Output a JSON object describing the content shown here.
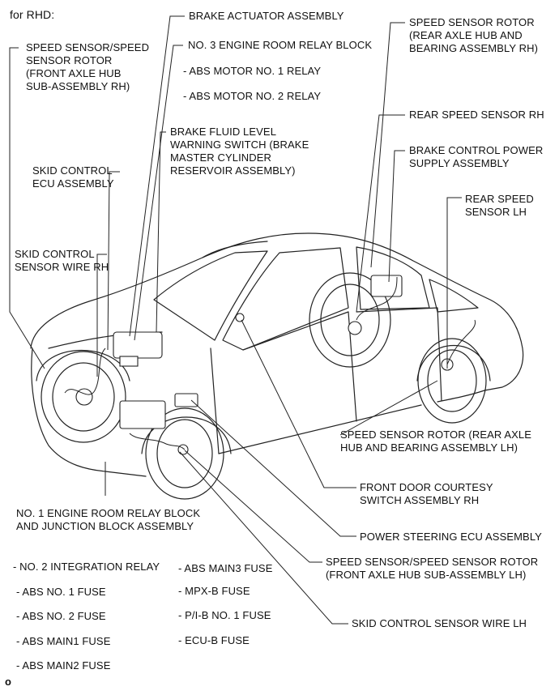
{
  "header": {
    "text": "for RHD:"
  },
  "footer": {
    "text": "o"
  },
  "labels": {
    "speed_sensor_rotor_front_rh": "SPEED SENSOR/SPEED\nSENSOR ROTOR\n(FRONT AXLE HUB\nSUB-ASSEMBLY RH)",
    "brake_actuator_assembly": "BRAKE ACTUATOR ASSEMBLY",
    "no3_engine_room_relay_block": "NO. 3 ENGINE ROOM RELAY BLOCK",
    "abs_motor_no1_relay": "- ABS MOTOR NO. 1 RELAY",
    "abs_motor_no2_relay": "- ABS MOTOR NO. 2 RELAY",
    "brake_fluid_level_switch": "BRAKE FLUID LEVEL\nWARNING SWITCH (BRAKE\nMASTER CYLINDER\nRESERVOIR ASSEMBLY)",
    "skid_control_ecu": "SKID CONTROL\nECU ASSEMBLY",
    "skid_control_sensor_wire_rh": "SKID CONTROL\nSENSOR WIRE RH",
    "speed_sensor_rotor_rear_rh": "SPEED SENSOR ROTOR\n(REAR AXLE HUB AND\nBEARING ASSEMBLY RH)",
    "rear_speed_sensor_rh": "REAR SPEED SENSOR RH",
    "brake_control_power_supply": "BRAKE CONTROL POWER\nSUPPLY ASSEMBLY",
    "rear_speed_sensor_lh": "REAR SPEED\nSENSOR LH",
    "speed_sensor_rotor_rear_lh": "SPEED SENSOR ROTOR (REAR AXLE\nHUB AND BEARING ASSEMBLY LH)",
    "front_door_courtesy_switch": "FRONT DOOR COURTESY\nSWITCH ASSEMBLY RH",
    "no1_engine_room_relay_block": "NO. 1 ENGINE ROOM RELAY BLOCK\nAND JUNCTION BLOCK ASSEMBLY",
    "power_steering_ecu": "POWER STEERING ECU ASSEMBLY",
    "speed_sensor_rotor_front_lh": "SPEED SENSOR/SPEED SENSOR ROTOR\n(FRONT AXLE HUB SUB-ASSEMBLY LH)",
    "skid_control_sensor_wire_lh": "SKID CONTROL SENSOR WIRE LH"
  },
  "relay_list_left": [
    "- NO. 2 INTEGRATION RELAY",
    "- ABS NO. 1 FUSE",
    "- ABS NO. 2 FUSE",
    "- ABS MAIN1 FUSE",
    "- ABS MAIN2 FUSE"
  ],
  "relay_list_right": [
    "- ABS MAIN3 FUSE",
    "- MPX-B FUSE",
    "- P/I-B NO. 1 FUSE",
    "- ECU-B FUSE"
  ]
}
